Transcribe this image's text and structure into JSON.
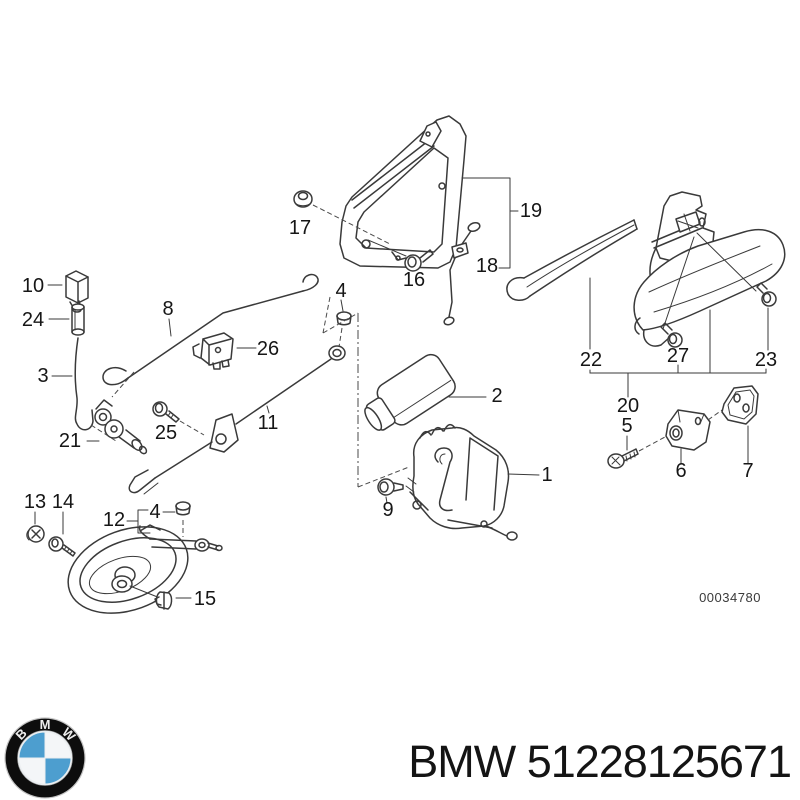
{
  "diagram": {
    "drawing_number": "00034780",
    "line_color": "#3a3a3a",
    "callouts": {
      "part1": "1",
      "part2": "2",
      "part3": "3",
      "part4_upper": "4",
      "part4_lower": "4",
      "part5": "5",
      "part6": "6",
      "part7": "7",
      "part8": "8",
      "part9": "9",
      "part10": "10",
      "part11": "11",
      "part12": "12",
      "part13": "13",
      "part14": "14",
      "part15": "15",
      "part16": "16",
      "part17": "17",
      "part18": "18",
      "part19": "19",
      "part20": "20",
      "part21": "21",
      "part22": "22",
      "part23": "23",
      "part24": "24",
      "part25": "25",
      "part26": "26",
      "part27": "27"
    }
  },
  "footer": {
    "title": "BMW 51228125671",
    "logo": {
      "letters": {
        "b": "B",
        "m": "M",
        "w": "W"
      },
      "blue": "#4D9ECF",
      "ring": "#0d0d0d"
    }
  }
}
